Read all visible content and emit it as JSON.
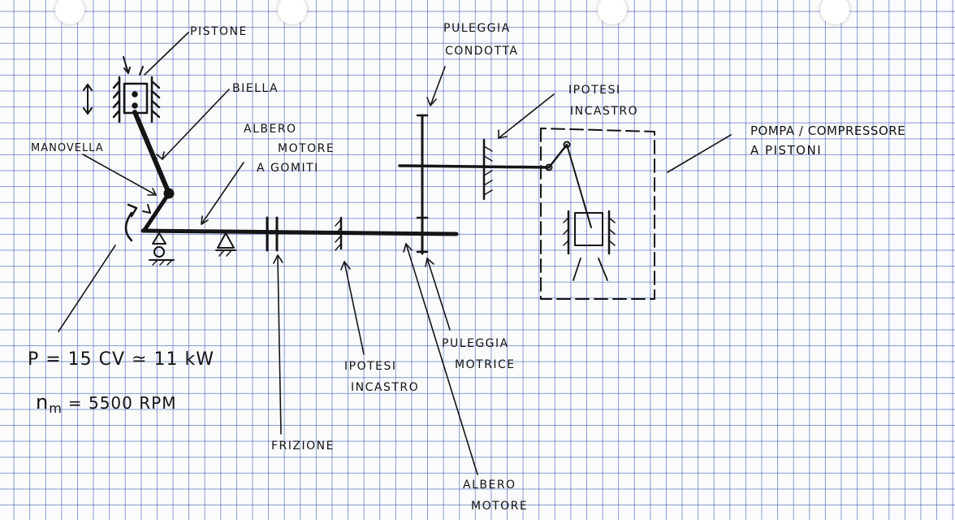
{
  "labels": {
    "pistone": "PISTONE",
    "biella": "BIELLA",
    "albero_motore_gomiti_1": "ALBERO",
    "albero_motore_gomiti_2": "MOTORE",
    "albero_motore_gomiti_3": "A GOMITI",
    "manovella": "MANOVELLA",
    "puleggia_condotta_1": "PULEGGIA",
    "puleggia_condotta_2": "CONDOTTA",
    "ipotesi_incastro_top_1": "IPOTESI",
    "ipotesi_incastro_top_2": "INCASTRO",
    "pompa_1": "POMPA / COMPRESSORE",
    "pompa_2": "A PISTONI",
    "puleggia_motrice_1": "PULEGGIA",
    "puleggia_motrice_2": "MOTRICE",
    "ipotesi_incastro_bottom_1": "IPOTESI",
    "ipotesi_incastro_bottom_2": "INCASTRO",
    "frizione": "FRIZIONE",
    "albero_motore_1": "ALBERO",
    "albero_motore_2": "MOTORE"
  },
  "specs": {
    "power": "P = 15 CV ≃ 11 kW",
    "speed_symbol": "n",
    "speed_subscript": "m",
    "speed_value": "= 5500 RPM"
  },
  "colors": {
    "ink": "#151515",
    "grid": "#2846aa",
    "paper": "#fbfbfd"
  }
}
